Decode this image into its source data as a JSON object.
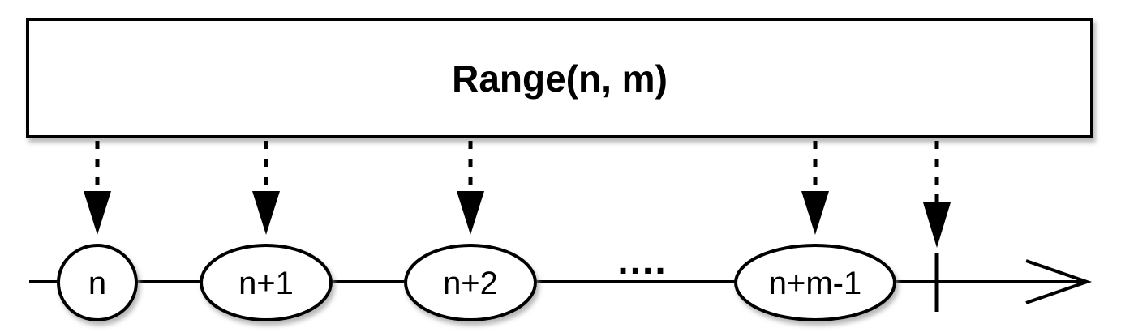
{
  "operator": {
    "title": "Range(n, m)"
  },
  "timeline": {
    "items": [
      {
        "label": "n"
      },
      {
        "label": "n+1"
      },
      {
        "label": "n+2"
      },
      {
        "label": "n+m-1"
      }
    ],
    "ellipsis": "...."
  },
  "colors": {
    "stroke": "#000000",
    "fill": "#ffffff",
    "shadow": "#bdbdbd"
  }
}
